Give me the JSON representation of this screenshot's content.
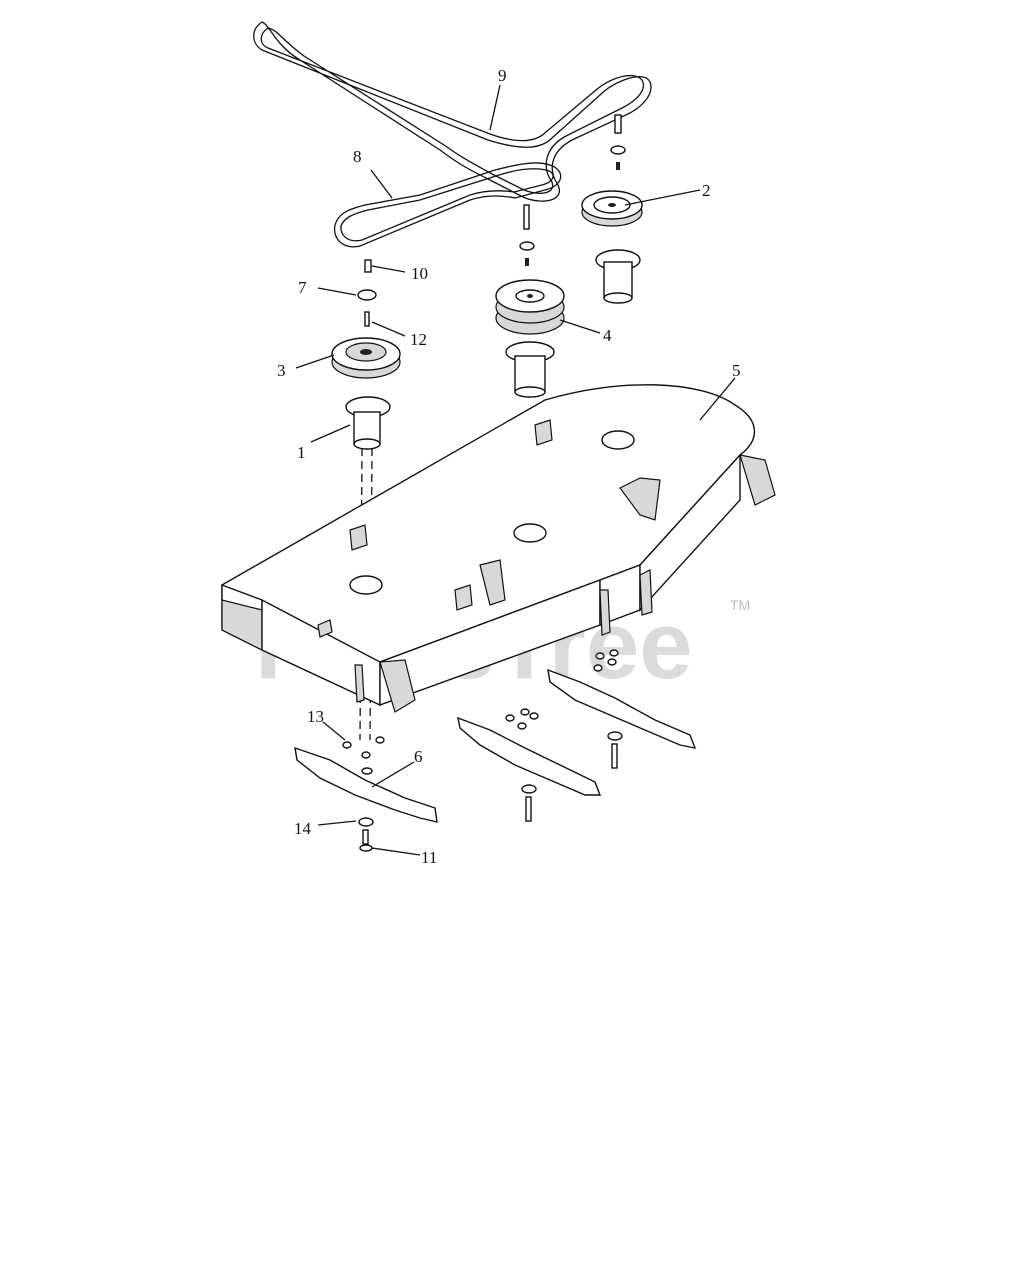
{
  "watermark": {
    "text": "PartsTree",
    "trademark": "TM"
  },
  "callouts": [
    {
      "id": "callout-1",
      "text": "1"
    },
    {
      "id": "callout-2",
      "text": "2"
    },
    {
      "id": "callout-3",
      "text": "3"
    },
    {
      "id": "callout-4",
      "text": "4"
    },
    {
      "id": "callout-5",
      "text": "5"
    },
    {
      "id": "callout-6",
      "text": "6"
    },
    {
      "id": "callout-7",
      "text": "7"
    },
    {
      "id": "callout-8",
      "text": "8"
    },
    {
      "id": "callout-9",
      "text": "9"
    },
    {
      "id": "callout-10",
      "text": "10"
    },
    {
      "id": "callout-11",
      "text": "11"
    },
    {
      "id": "callout-12",
      "text": "12"
    },
    {
      "id": "callout-13",
      "text": "13"
    },
    {
      "id": "callout-14",
      "text": "14"
    }
  ]
}
